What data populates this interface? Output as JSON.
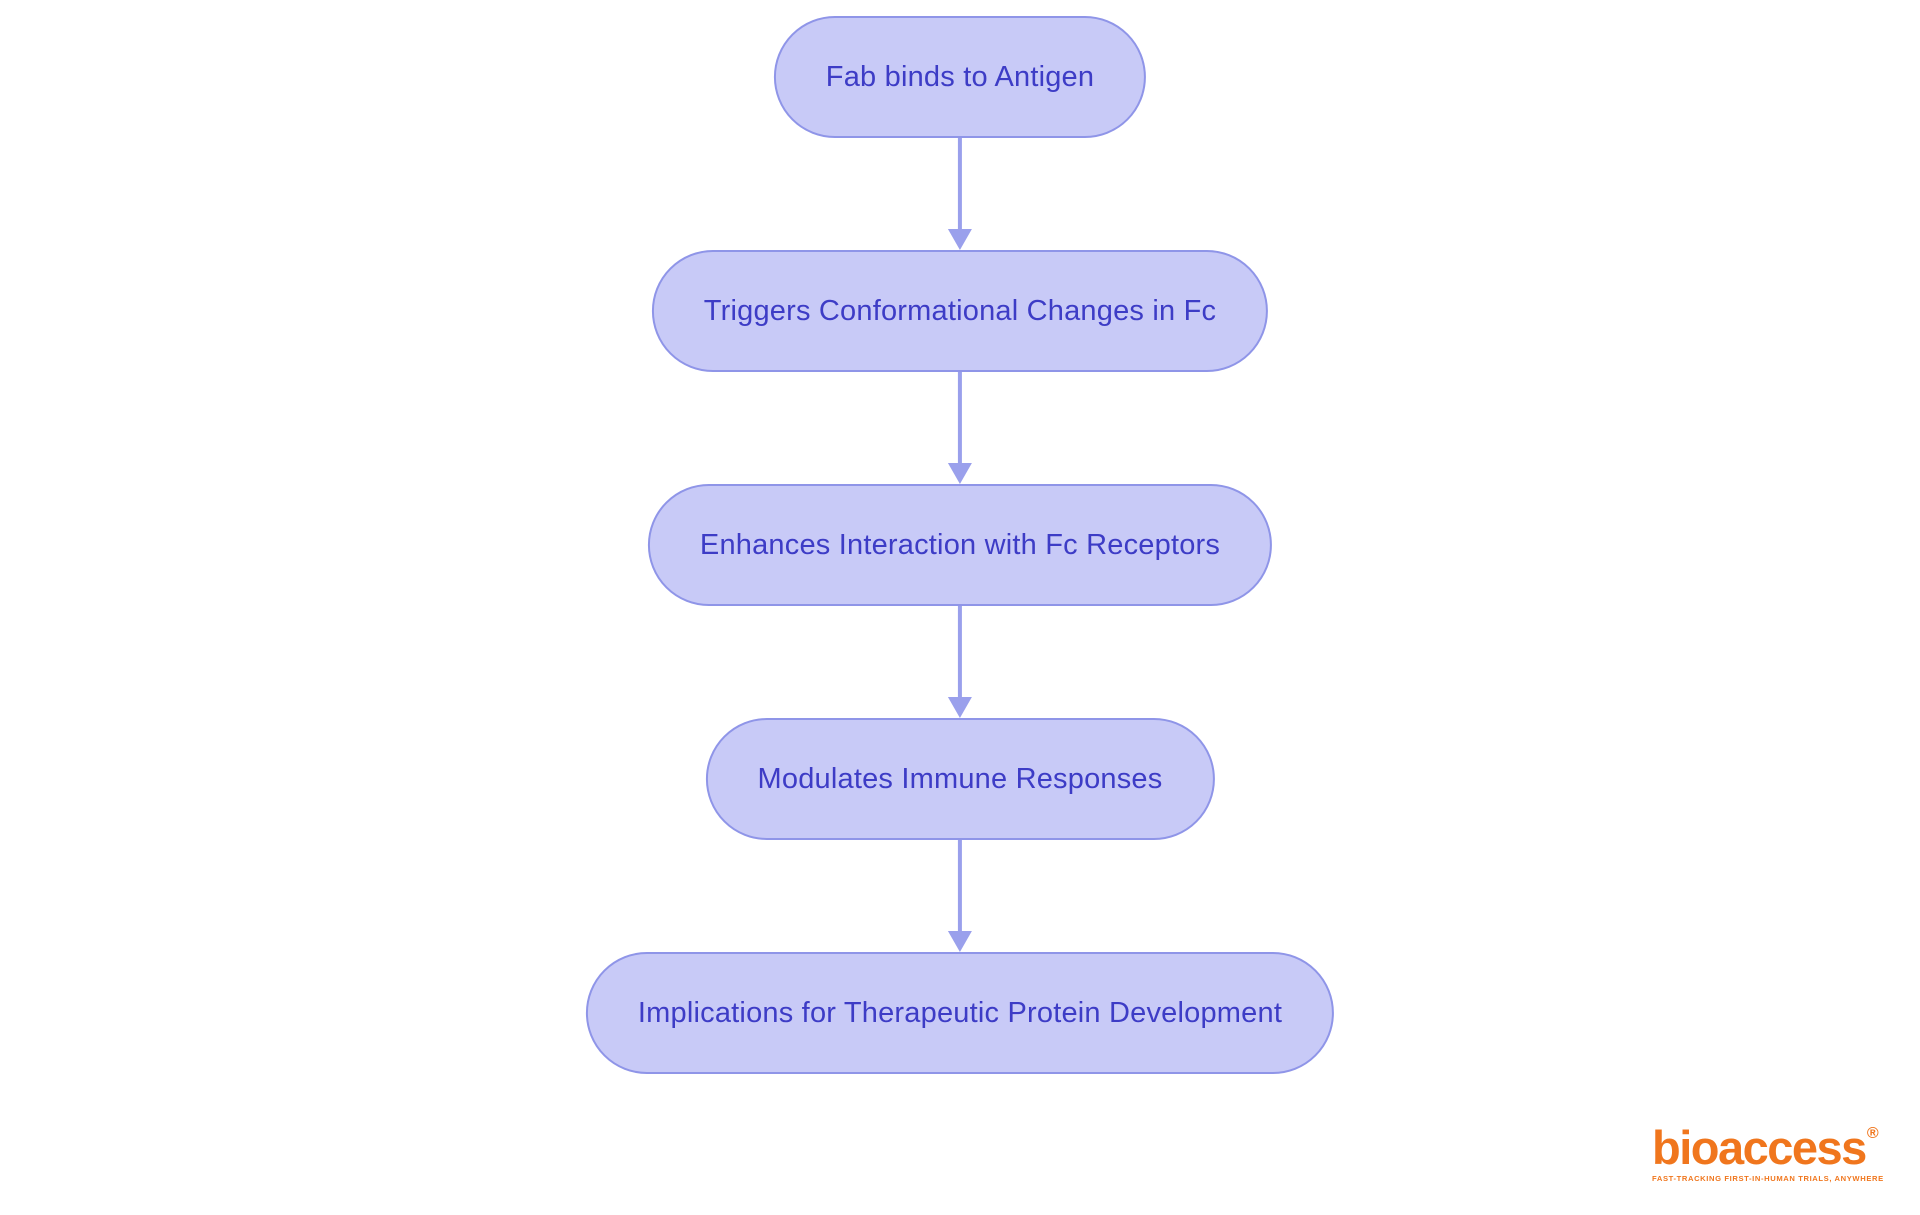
{
  "flowchart": {
    "type": "flowchart",
    "direction": "top-down",
    "nodes": [
      {
        "id": "n1",
        "label": "Fab binds to Antigen"
      },
      {
        "id": "n2",
        "label": "Triggers Conformational Changes in Fc"
      },
      {
        "id": "n3",
        "label": "Enhances Interaction with Fc Receptors"
      },
      {
        "id": "n4",
        "label": "Modulates Immune Responses"
      },
      {
        "id": "n5",
        "label": "Implications for Therapeutic Protein Development"
      }
    ],
    "connections": [
      {
        "from": "n1",
        "to": "n2"
      },
      {
        "from": "n2",
        "to": "n3"
      },
      {
        "from": "n3",
        "to": "n4"
      },
      {
        "from": "n4",
        "to": "n5"
      }
    ],
    "colors": {
      "node_fill": "#c8caf7",
      "node_border": "#8f95e8",
      "node_text": "#3d3cc6",
      "arrow": "#9aa0ec",
      "background": "#ffffff"
    }
  },
  "branding": {
    "logo_text": "bioaccess",
    "registered_mark": "®",
    "tagline": "FAST-TRACKING FIRST-IN-HUMAN TRIALS, ANYWHERE",
    "logo_color": "#F0761D"
  }
}
